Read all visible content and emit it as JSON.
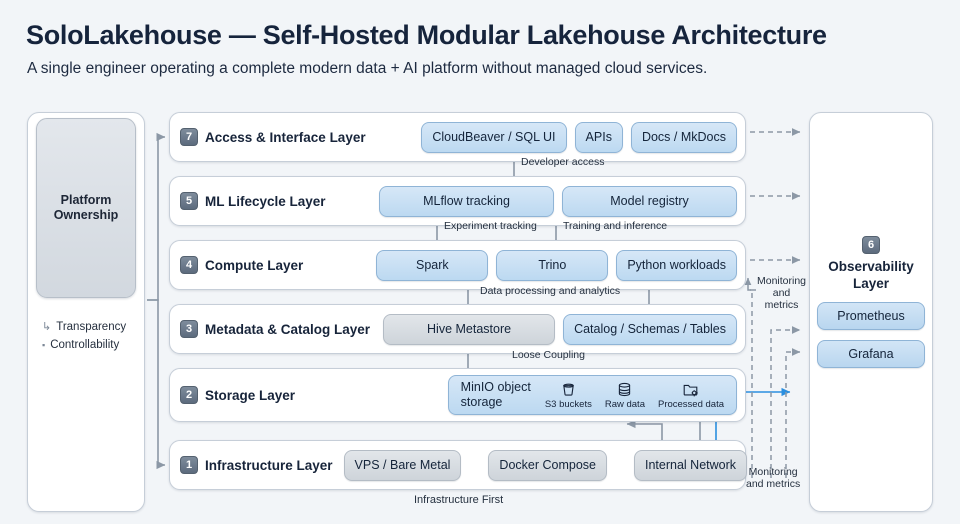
{
  "header": {
    "title": "SoloLakehouse — Self-Hosted Modular Lakehouse Architecture",
    "subtitle": "A single engineer operating a complete modern data + AI platform without managed cloud services."
  },
  "ownership": {
    "box_label": "Platform\nOwnership",
    "bullets": [
      {
        "marker": "↳",
        "label": "Transparency"
      },
      {
        "marker": "▪",
        "label": "Controllability"
      }
    ]
  },
  "observability": {
    "badge": "6",
    "title": "Observability\nLayer",
    "chips": [
      {
        "label": "Prometheus"
      },
      {
        "label": "Grafana"
      }
    ]
  },
  "layers": [
    {
      "badge": "7",
      "name": "Access & Interface Layer",
      "chips": [
        {
          "label": "CloudBeaver / SQL UI",
          "style": "blue"
        },
        {
          "label": "APIs",
          "style": "blue"
        },
        {
          "label": "Docs / MkDocs",
          "style": "blue"
        }
      ]
    },
    {
      "badge": "5",
      "name": "ML Lifecycle Layer",
      "chips": [
        {
          "label": "MLflow tracking",
          "style": "blue"
        },
        {
          "label": "Model registry",
          "style": "blue"
        }
      ]
    },
    {
      "badge": "4",
      "name": "Compute Layer",
      "chips": [
        {
          "label": "Spark",
          "style": "blue"
        },
        {
          "label": "Trino",
          "style": "blue"
        },
        {
          "label": "Python workloads",
          "style": "blue"
        }
      ]
    },
    {
      "badge": "3",
      "name": "Metadata & Catalog Layer",
      "chips": [
        {
          "label": "Hive Metastore",
          "style": "gray"
        },
        {
          "label": "Catalog / Schemas / Tables",
          "style": "blue"
        }
      ]
    },
    {
      "badge": "2",
      "name": "Storage Layer",
      "storage": {
        "title": "MinIO object\nstorage",
        "items": [
          {
            "icon": "bucket-icon",
            "label": "S3 buckets"
          },
          {
            "icon": "database-icon",
            "label": "Raw data"
          },
          {
            "icon": "folder-gear-icon",
            "label": "Processed data"
          }
        ]
      }
    },
    {
      "badge": "1",
      "name": "Infrastructure Layer",
      "chips": [
        {
          "label": "VPS / Bare Metal",
          "style": "gray"
        },
        {
          "label": "Docker Compose",
          "style": "gray"
        },
        {
          "label": "Internal Network",
          "style": "gray"
        }
      ]
    }
  ],
  "edge_labels": {
    "developer_access": "Developer access",
    "experiment_tracking": "Experiment tracking",
    "training_inference": "Training and inference",
    "data_processing": "Data processing and analytics",
    "loose_coupling": "Loose Coupling",
    "monitoring_upper": "Monitoring\nand\nmetrics",
    "monitoring_lower": "Monitoring\nand metrics"
  },
  "captions": {
    "infrastructure_first": "Infrastructure First"
  },
  "colors": {
    "page_background": "#f2f5f8",
    "chip_blue": "#cfe3f5",
    "chip_blue_border": "#8fb4d6",
    "chip_gray": "#d9dee3",
    "chip_gray_border": "#b4bcc5",
    "badge": "#6b7a8b",
    "connector": "#8c98a6",
    "connector_accent": "#2a8fe0",
    "text": "#17243a"
  }
}
